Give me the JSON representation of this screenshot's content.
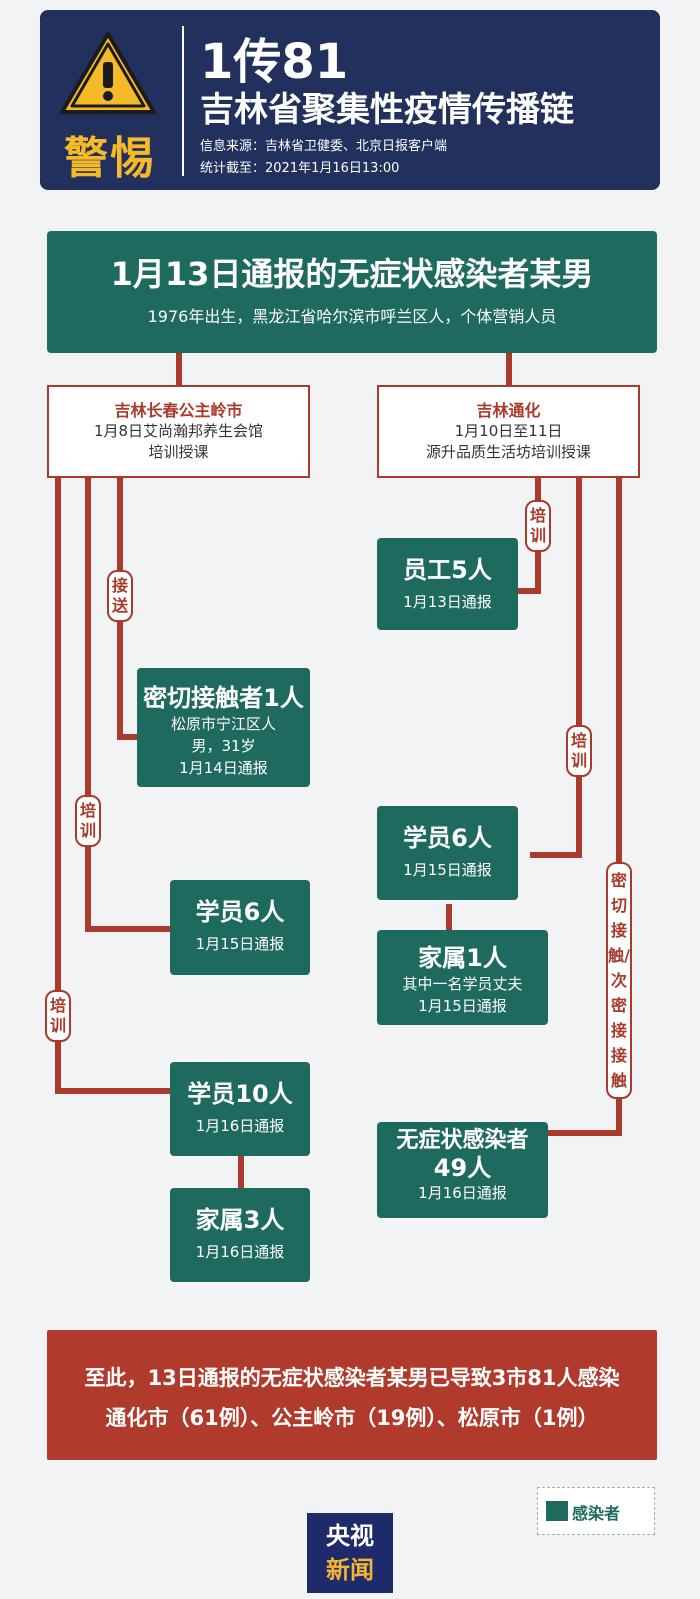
{
  "header": {
    "warning_label": "警惕",
    "title_main": "1传81",
    "title_sub": "吉林省聚集性疫情传播链",
    "source": "信息来源：吉林省卫健委、北京日报客户端",
    "stat_time": "统计截至：2021年1月16日13:00"
  },
  "patient": {
    "title": "1月13日通报的无症状感染者某男",
    "desc": "1976年出生，黑龙江省哈尔滨市呼兰区人，个体营销人员"
  },
  "left_location": {
    "name": "吉林长春公主岭市",
    "line1": "1月8日艾尚瀚邦养生会馆",
    "line2": "培训授课"
  },
  "right_location": {
    "name": "吉林通化",
    "line1": "1月10日至11日",
    "line2": "源升品质生活坊培训授课"
  },
  "labels": {
    "pickup": "接送",
    "training": "培训",
    "close_contact": "密切接触/次密接接触"
  },
  "nodes": {
    "staff5": {
      "title": "员工5人",
      "date": "1月13日通报"
    },
    "close1": {
      "title": "密切接触者1人",
      "line1": "松原市宁江区人",
      "line2": "男，31岁",
      "date": "1月14日通报"
    },
    "right_students6": {
      "title": "学员6人",
      "date": "1月15日通报"
    },
    "family1": {
      "title": "家属1人",
      "line1": "其中一名学员丈夫",
      "date": "1月15日通报"
    },
    "left_students6": {
      "title": "学员6人",
      "date": "1月15日通报"
    },
    "students10": {
      "title": "学员10人",
      "date": "1月16日通报"
    },
    "asym49": {
      "title": "无症状感染者",
      "title2": "49人",
      "date": "1月16日通报"
    },
    "family3": {
      "title": "家属3人",
      "date": "1月16日通报"
    }
  },
  "summary": {
    "line1": "至此，13日通报的无症状感染者某男已导致3市81人感染",
    "line2": "通化市（61例）、公主岭市（19例）、松原市（1例）"
  },
  "legend": {
    "label": "感染者",
    "color": "#1e6a5f"
  },
  "logo": {
    "line1": "央视",
    "line2": "新闻"
  },
  "colors": {
    "header_bg": "#22305e",
    "teal": "#1e6a5f",
    "red": "#a93a2c",
    "warning_yellow": "#f6b928"
  }
}
